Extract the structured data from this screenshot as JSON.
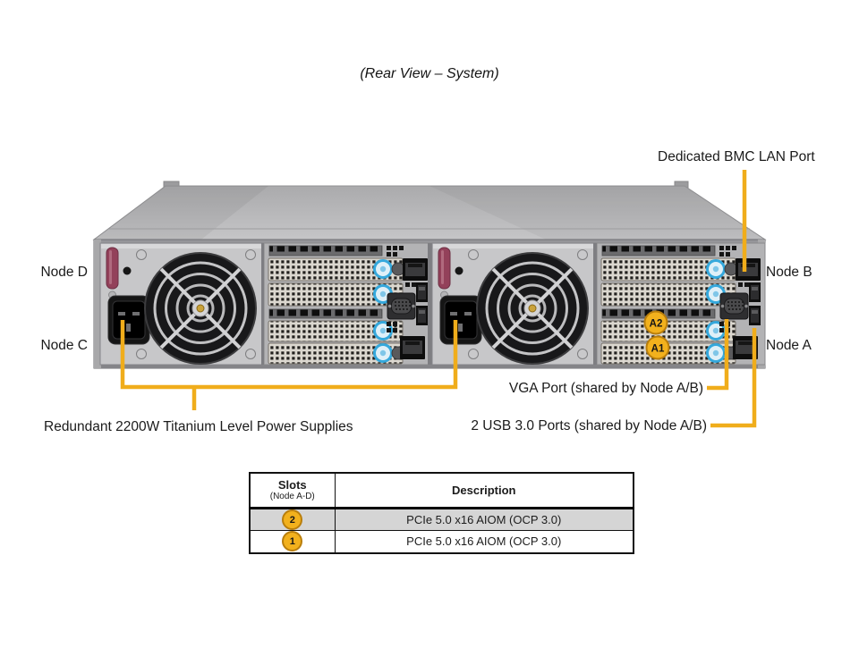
{
  "page": {
    "title": "(Rear View – System)"
  },
  "callout_labels": {
    "bmc": "Dedicated BMC LAN Port",
    "node_d": "Node D",
    "node_c": "Node C",
    "node_b": "Node B",
    "node_a": "Node A",
    "vga": "VGA Port (shared by Node A/B)",
    "usb": "2 USB 3.0 Ports (shared by Node A/B)",
    "psu": "Redundant 2200W Titanium Level Power Supplies"
  },
  "diagram": {
    "slot_markers": {
      "a2": "A2",
      "a1": "A1"
    },
    "accent_color": "#F0AD1B",
    "thumbscrew_color": "#35A8DC",
    "handle_color": "#93415A"
  },
  "table": {
    "header": {
      "slots": "Slots",
      "slots_sub": "(Node A-D)",
      "description": "Description"
    },
    "rows": [
      {
        "slot": "2",
        "description": "PCIe 5.0 x16 AIOM (OCP 3.0)"
      },
      {
        "slot": "1",
        "description": "PCIe 5.0 x16 AIOM (OCP 3.0)"
      }
    ]
  }
}
